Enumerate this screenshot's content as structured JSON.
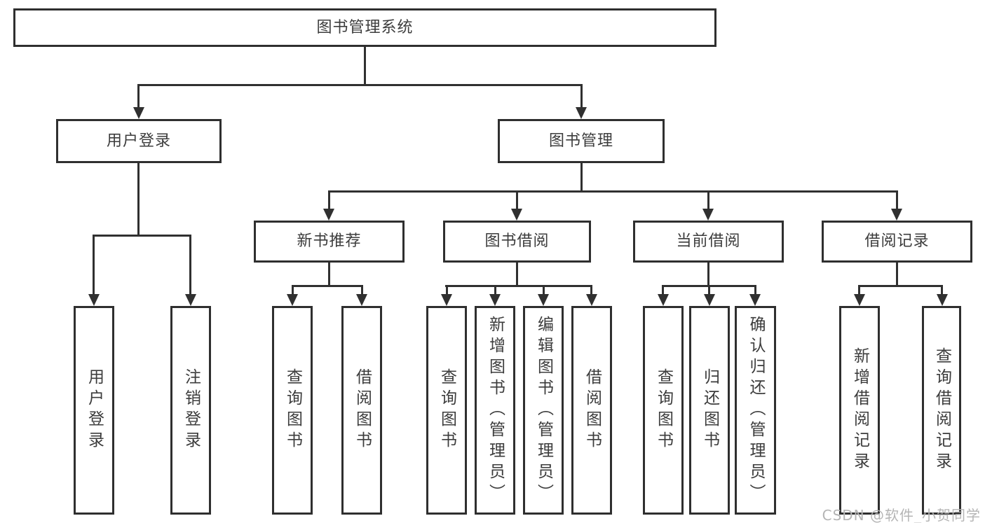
{
  "tree": {
    "root": "图书管理系统",
    "children": [
      {
        "label": "用户登录",
        "children": [
          "用户登录",
          "注销登录"
        ]
      },
      {
        "label": "图书管理",
        "children": [
          {
            "label": "新书推荐",
            "children": [
              "查询图书",
              "借阅图书"
            ]
          },
          {
            "label": "图书借阅",
            "children": [
              "查询图书",
              "新增图书（管理员）",
              "编辑图书（管理员）",
              "借阅图书"
            ]
          },
          {
            "label": "当前借阅",
            "children": [
              "查询图书",
              "归还图书",
              "确认归还（管理员）"
            ]
          },
          {
            "label": "借阅记录",
            "children": [
              "新增借阅记录",
              "查询借阅记录"
            ]
          }
        ]
      }
    ]
  },
  "watermark": "CSDN @软件_小贺同学",
  "colors": {
    "box_border": "#2f2f2f",
    "connector": "#303030",
    "text": "#3c3c3c",
    "watermark": "#b5b5b5",
    "background": "#ffffff"
  }
}
